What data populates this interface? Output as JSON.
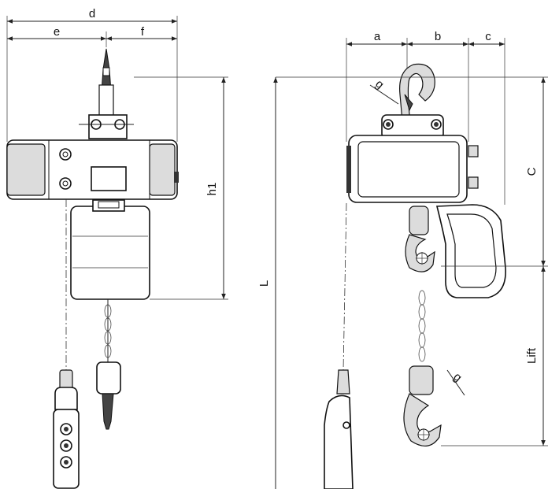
{
  "diagram": {
    "dimension_labels": {
      "d": "d",
      "e": "e",
      "f": "f",
      "h1": "h1",
      "L": "L",
      "a": "a",
      "b": "b",
      "c": "c",
      "C": "C",
      "g_top": "g",
      "g_bottom": "g",
      "lift": "Lift"
    }
  }
}
